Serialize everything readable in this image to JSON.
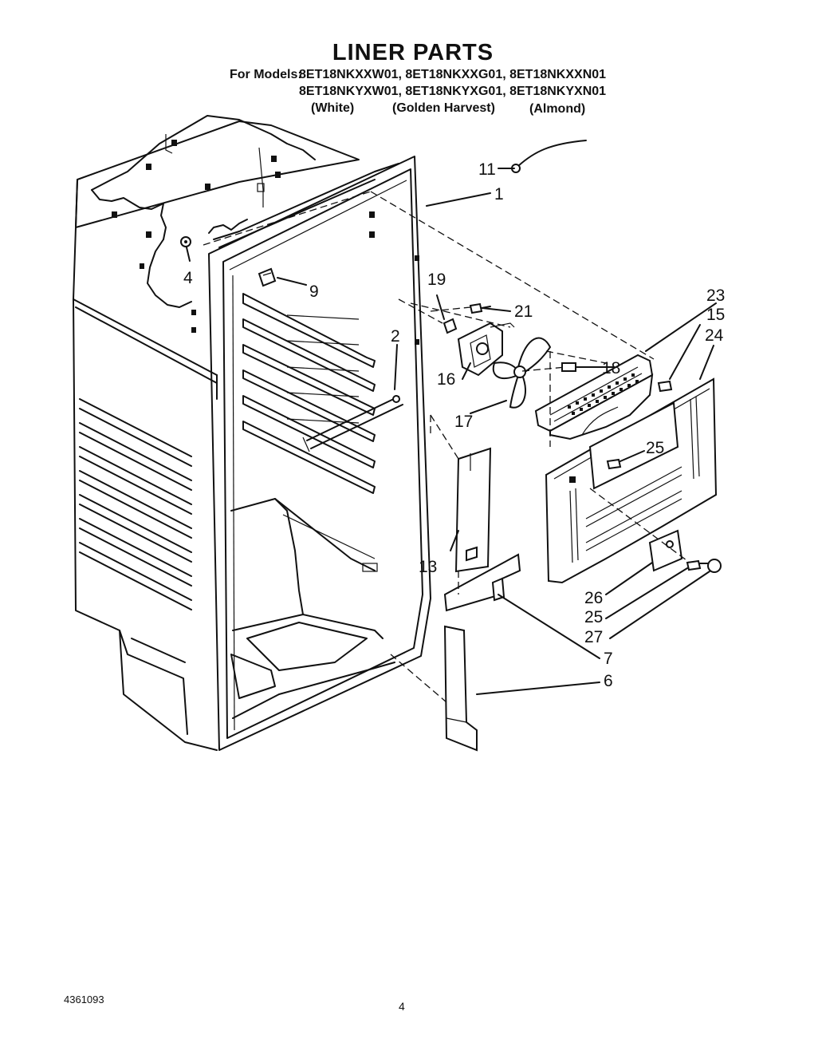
{
  "title": "LINER PARTS",
  "models": {
    "prefix": "For Models:",
    "row1": "8ET18NKXXW01, 8ET18NKXXG01, 8ET18NKXXN01",
    "row2": "8ET18NKYXW01, 8ET18NKYXG01, 8ET18NKYXN01",
    "colors": [
      "(White)",
      "(Golden Harvest)",
      "(Almond)"
    ]
  },
  "callouts": [
    "1",
    "2",
    "4",
    "6",
    "7",
    "9",
    "11",
    "13",
    "15",
    "16",
    "17",
    "18",
    "19",
    "21",
    "23",
    "24",
    "25",
    "25",
    "26",
    "27"
  ],
  "footer": {
    "doc_number": "4361093",
    "page_number": "4"
  }
}
